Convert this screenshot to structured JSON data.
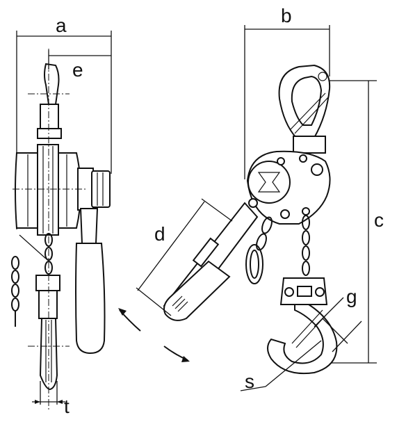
{
  "labels": {
    "a": "a",
    "b": "b",
    "c": "c",
    "d": "d",
    "e": "e",
    "g": "g",
    "s": "s",
    "t": "t"
  }
}
